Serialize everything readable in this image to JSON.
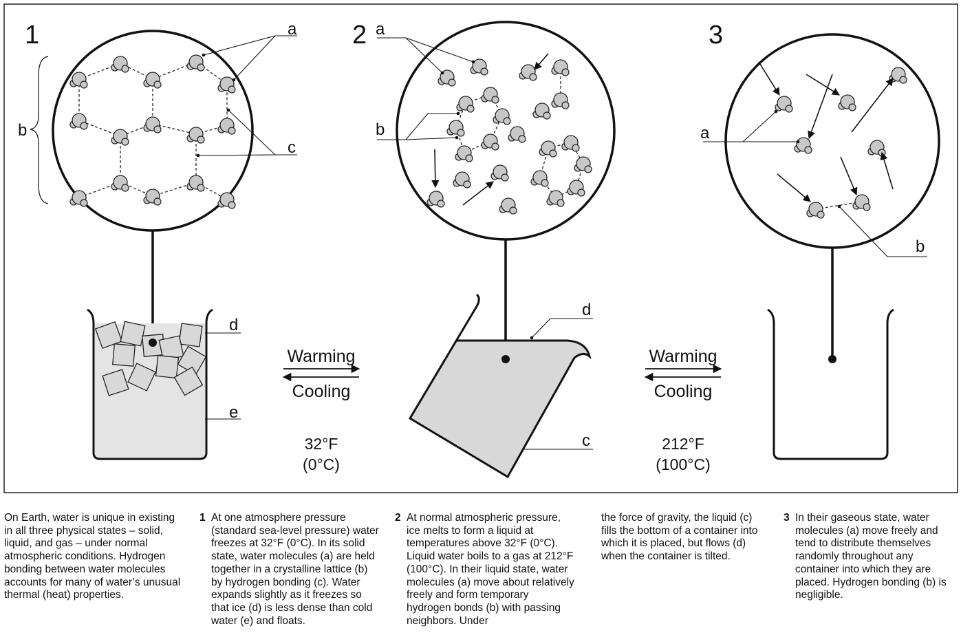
{
  "panels": [
    {
      "number": "1",
      "labels": {
        "a": "a",
        "b": "b",
        "c": "c",
        "d": "d",
        "e": "e"
      }
    },
    {
      "number": "2",
      "labels": {
        "a": "a",
        "b": "b",
        "c": "c",
        "d": "d"
      }
    },
    {
      "number": "3",
      "labels": {
        "a": "a",
        "b": "b"
      }
    }
  ],
  "transitions": [
    {
      "top": "Warming",
      "bottom": "Cooling",
      "temp_f": "32°F",
      "temp_c": "(0°C)"
    },
    {
      "top": "Warming",
      "bottom": "Cooling",
      "temp_f": "212°F",
      "temp_c": "(100°C)"
    }
  ],
  "captions": [
    {
      "number": "",
      "text": "On Earth, water is unique in existing in all three physical states – solid, liquid, and gas – under normal atmospheric conditions. Hydrogen bonding between water molecules accounts for many of water’s unusual thermal (heat) properties."
    },
    {
      "number": "1",
      "text": "At one atmosphere pressure (standard sea-level pressure) water freezes at 32°F (0°C). In its solid state, water molecules (a) are held together in a crystalline lattice (b) by hydrogen bonding (c). Water expands slightly as it freezes so that ice (d) is less dense than cold water (e) and floats."
    },
    {
      "number": "2",
      "text": "At normal atmospheric pressure, ice melts to form a liquid at temperatures above 32°F (0°C). Liquid water boils to a gas at 212°F (100°C). In their liquid state, water molecules (a) move about relatively freely and form temporary hydrogen bonds (b) with passing neighbors. Under"
    },
    {
      "number": "",
      "text": "the force of gravity, the liquid (c) fills the bottom of a container into which it is placed, but flows (d) when the container is tilted."
    },
    {
      "number": "3",
      "text": "In their gaseous state, water molecules (a) move freely and tend to distribute themselves randomly throughout any container into which they are placed. Hydrogen bonding (b) is negligible."
    }
  ],
  "colors": {
    "molecule": "#c8c8c8",
    "water": "#e2e2e2",
    "line": "#111111"
  }
}
